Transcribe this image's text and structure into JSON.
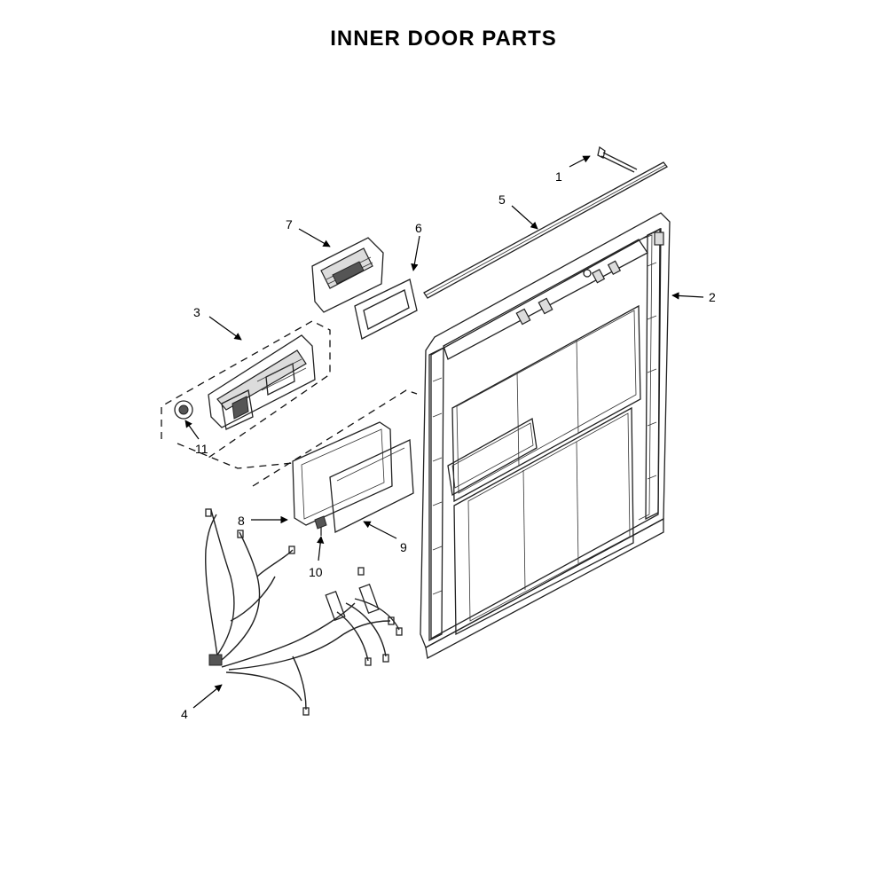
{
  "title": "INNER DOOR PARTS",
  "callouts": {
    "c1": "1",
    "c2": "2",
    "c3": "3",
    "c4": "4",
    "c5": "5",
    "c6": "6",
    "c7": "7",
    "c8": "8",
    "c9": "9",
    "c10": "10",
    "c11": "11"
  }
}
